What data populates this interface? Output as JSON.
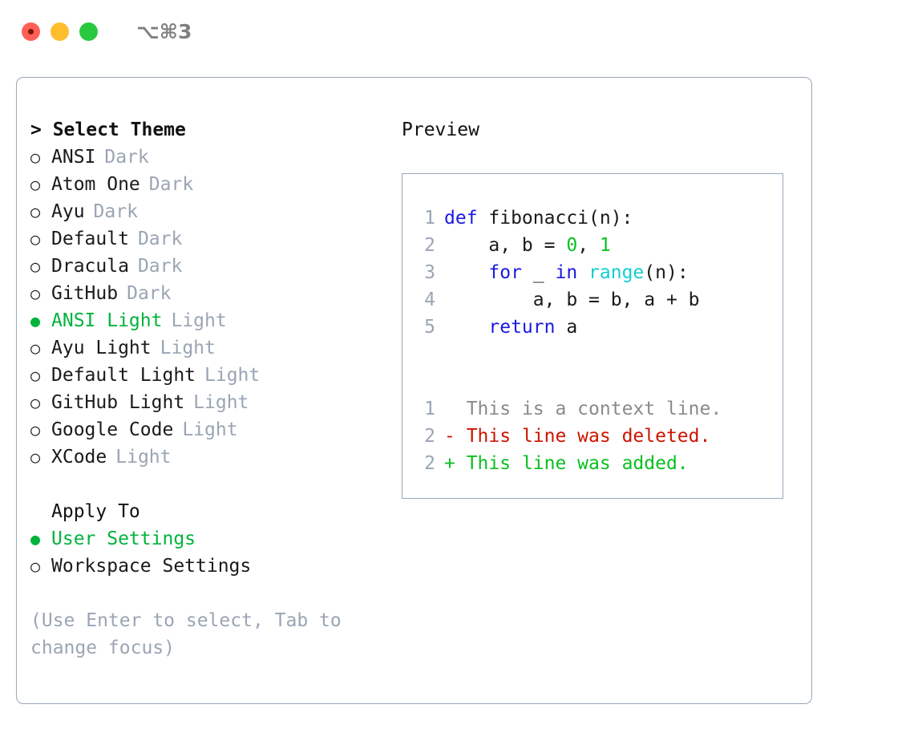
{
  "window": {
    "title": "⌥⌘3",
    "traffic_lights": [
      {
        "name": "close",
        "color": "#ff5f57"
      },
      {
        "name": "minimize",
        "color": "#ffbd2e"
      },
      {
        "name": "maximize",
        "color": "#28c840"
      }
    ]
  },
  "colors": {
    "accent_green": "#00b33c",
    "muted_gray": "#9aa5b4",
    "border": "#9aa7b8",
    "keyword_blue": "#1a1ae0",
    "function_cyan": "#13cfcf",
    "number_green": "#0ac020",
    "diff_add": "#0ac020",
    "diff_del": "#cc1400",
    "diff_ctx": "#8a8a8a",
    "text": "#1a1a1a"
  },
  "theme_list": {
    "heading": "> Select Theme",
    "items": [
      {
        "bullet": "○",
        "label": "ANSI",
        "tag": "Dark",
        "selected": false
      },
      {
        "bullet": "○",
        "label": "Atom One",
        "tag": "Dark",
        "selected": false
      },
      {
        "bullet": "○",
        "label": "Ayu",
        "tag": "Dark",
        "selected": false
      },
      {
        "bullet": "○",
        "label": "Default",
        "tag": "Dark",
        "selected": false
      },
      {
        "bullet": "○",
        "label": "Dracula",
        "tag": "Dark",
        "selected": false
      },
      {
        "bullet": "○",
        "label": "GitHub",
        "tag": "Dark",
        "selected": false
      },
      {
        "bullet": "●",
        "label": "ANSI Light",
        "tag": "Light",
        "selected": true
      },
      {
        "bullet": "○",
        "label": "Ayu Light",
        "tag": "Light",
        "selected": false
      },
      {
        "bullet": "○",
        "label": "Default Light",
        "tag": "Light",
        "selected": false
      },
      {
        "bullet": "○",
        "label": "GitHub Light",
        "tag": "Light",
        "selected": false
      },
      {
        "bullet": "○",
        "label": "Google Code",
        "tag": "Light",
        "selected": false
      },
      {
        "bullet": "○",
        "label": "XCode",
        "tag": "Light",
        "selected": false
      }
    ]
  },
  "apply_to": {
    "heading": "Apply To",
    "items": [
      {
        "bullet": "●",
        "label": "User Settings",
        "selected": true
      },
      {
        "bullet": "○",
        "label": "Workspace Settings",
        "selected": false
      }
    ]
  },
  "hint": "(Use Enter to select, Tab to change focus)",
  "preview": {
    "heading": "Preview",
    "code_lines": [
      {
        "number": "1",
        "tokens": [
          {
            "text": "def",
            "kind": "kw"
          },
          {
            "text": " fibonacci(n):",
            "kind": "plain"
          }
        ]
      },
      {
        "number": "2",
        "tokens": [
          {
            "text": "    a, b = ",
            "kind": "plain"
          },
          {
            "text": "0",
            "kind": "num"
          },
          {
            "text": ", ",
            "kind": "plain"
          },
          {
            "text": "1",
            "kind": "num"
          }
        ]
      },
      {
        "number": "3",
        "tokens": [
          {
            "text": "    ",
            "kind": "plain"
          },
          {
            "text": "for",
            "kind": "kw"
          },
          {
            "text": " _ ",
            "kind": "plain"
          },
          {
            "text": "in",
            "kind": "kw"
          },
          {
            "text": " ",
            "kind": "plain"
          },
          {
            "text": "range",
            "kind": "fn"
          },
          {
            "text": "(n):",
            "kind": "plain"
          }
        ]
      },
      {
        "number": "4",
        "tokens": [
          {
            "text": "        a, b = b, a + b",
            "kind": "plain"
          }
        ]
      },
      {
        "number": "5",
        "tokens": [
          {
            "text": "    ",
            "kind": "plain"
          },
          {
            "text": "return",
            "kind": "kw"
          },
          {
            "text": " a",
            "kind": "plain"
          }
        ]
      }
    ],
    "diff_lines": [
      {
        "number": "1",
        "marker": " ",
        "text": " This is a context line.",
        "kind": "ctx"
      },
      {
        "number": "2",
        "marker": "-",
        "text": " This line was deleted.",
        "kind": "del"
      },
      {
        "number": "2",
        "marker": "+",
        "text": " This line was added.",
        "kind": "add"
      }
    ]
  }
}
